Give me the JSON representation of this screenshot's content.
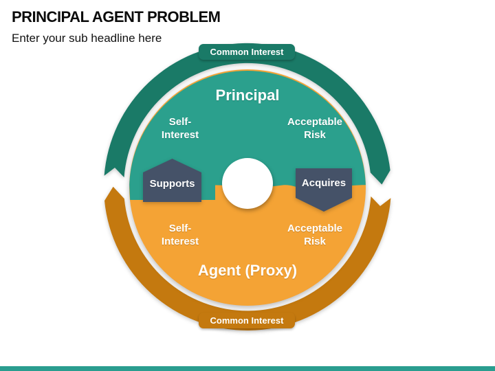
{
  "colors": {
    "teal": "#2BA08D",
    "teal_dark": "#1A7A67",
    "orange": "#F4A335",
    "orange_dark": "#C4790F",
    "slate": "#455268",
    "footer_bar": "#2A9D8F",
    "title_text": "#0B0B0B",
    "diagram_text": "#FFFFFF"
  },
  "header": {
    "title": "PRINCIPAL AGENT PROBLEM",
    "subtitle": "Enter your sub headline here"
  },
  "diagram": {
    "top_badge": "Common Interest",
    "bottom_badge": "Common Interest",
    "principal": {
      "title": "Principal",
      "self_interest_line1": "Self-",
      "self_interest_line2": "Interest",
      "risk_line1": "Acceptable",
      "risk_line2": "Risk"
    },
    "agent": {
      "title": "Agent (Proxy)",
      "self_interest_line1": "Self-",
      "self_interest_line2": "Interest",
      "risk_line1": "Acceptable",
      "risk_line2": "Risk"
    },
    "connector_left": "Supports",
    "connector_right": "Acquires"
  }
}
